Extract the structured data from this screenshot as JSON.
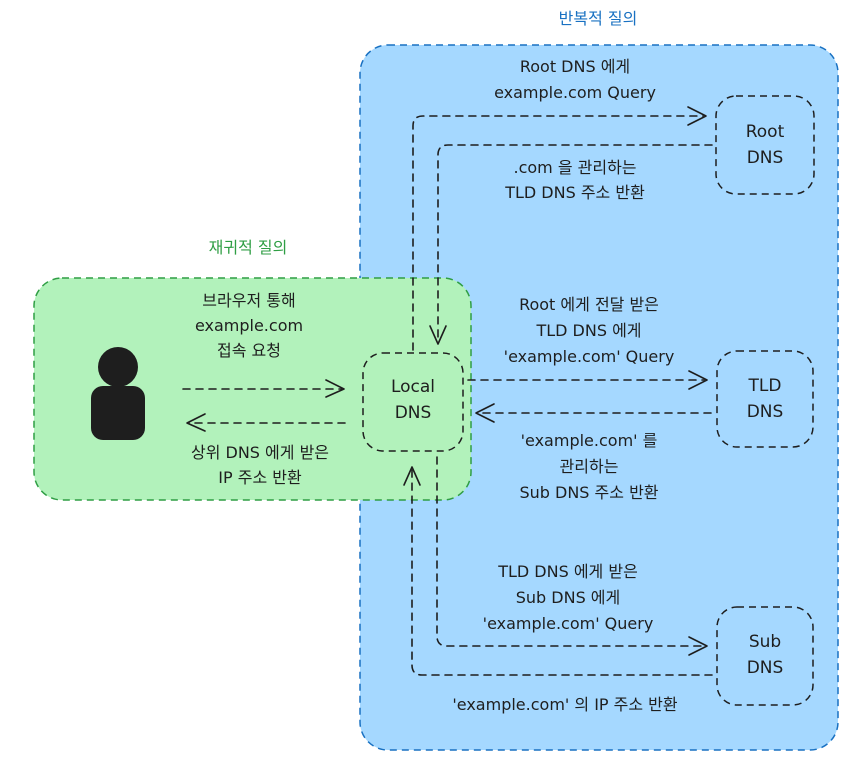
{
  "groups": {
    "iterative_title": "반복적 질의",
    "recursive_title": "재귀적 질의"
  },
  "nodes": {
    "local_dns": [
      "Local",
      "DNS"
    ],
    "root_dns": [
      "Root",
      "DNS"
    ],
    "tld_dns": [
      "TLD",
      "DNS"
    ],
    "sub_dns": [
      "Sub",
      "DNS"
    ]
  },
  "labels": {
    "browser_request": [
      "브라우저 통해",
      "example.com",
      "접속 요청"
    ],
    "ip_return_to_user": [
      "상위 DNS 에게 받은",
      "IP 주소 반환"
    ],
    "root_query": [
      "Root DNS 에게",
      "example.com Query"
    ],
    "root_response": [
      ".com 을 관리하는",
      "TLD DNS 주소 반환"
    ],
    "tld_query": [
      "Root 에게 전달 받은",
      "TLD DNS 에게",
      "'example.com' Query"
    ],
    "tld_response": [
      "'example.com' 를",
      "관리하는",
      "Sub DNS 주소 반환"
    ],
    "sub_query": [
      "TLD DNS 에게 받은",
      "Sub DNS 에게",
      "'example.com' Query"
    ],
    "sub_response": [
      "'example.com' 의 IP 주소 반환"
    ]
  },
  "colors": {
    "iterative_fill": "#a5d8ff",
    "iterative_stroke": "#1971c2",
    "recursive_fill": "#b2f2bb",
    "recursive_stroke": "#2f9e44",
    "line": "#1e1e1e"
  },
  "icons": {
    "user": "user-icon"
  }
}
